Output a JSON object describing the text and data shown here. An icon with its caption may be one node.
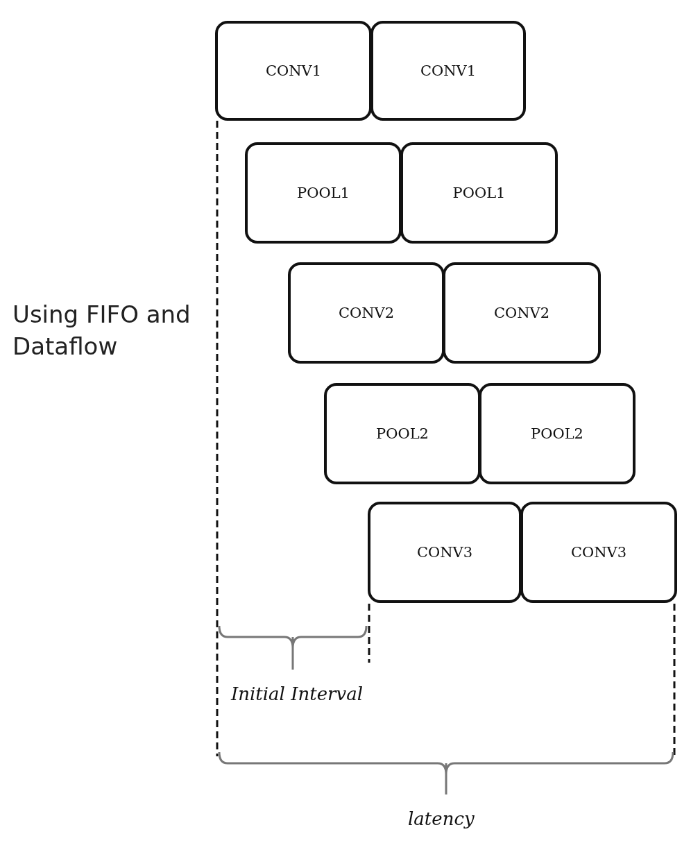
{
  "diagram": {
    "nodes": [
      {
        "text": [
          "CONV1"
        ]
      },
      {
        "text": [
          "CONV1"
        ]
      },
      {
        "text": [
          "POOL1"
        ]
      },
      {
        "text": [
          "POOL1"
        ]
      },
      {
        "text": [
          "CONV2"
        ]
      },
      {
        "text": [
          "CONV2"
        ]
      },
      {
        "text": [
          "POOL2"
        ]
      },
      {
        "text": [
          "POOL2"
        ]
      },
      {
        "text": [
          "CONV3"
        ]
      },
      {
        "text": [
          "CONV3"
        ]
      }
    ],
    "edges": [],
    "labels": [
      "Using FIFO and Dataflow",
      "Initial Interval",
      "latency"
    ]
  }
}
